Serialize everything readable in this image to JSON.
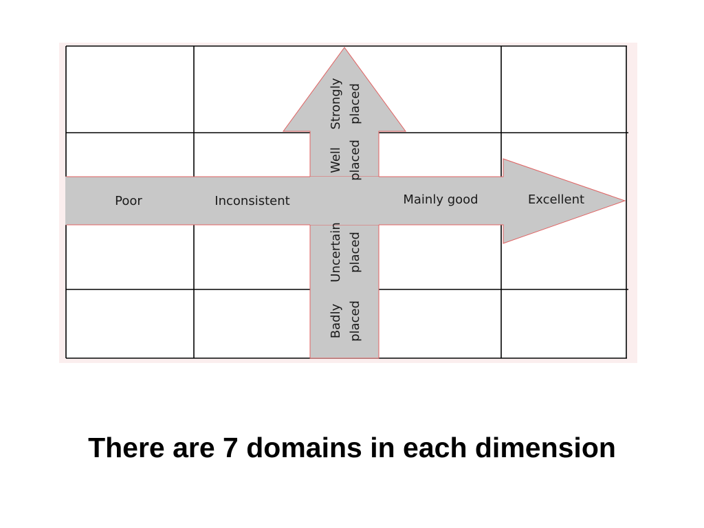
{
  "diagram": {
    "horizontal_axis": {
      "labels": [
        "Poor",
        "Inconsistent",
        "Mainly good",
        "Excellent"
      ]
    },
    "vertical_axis": {
      "labels_top_to_bottom": [
        {
          "line1": "Strongly",
          "line2": "placed"
        },
        {
          "line1": "Well",
          "line2": "placed"
        },
        {
          "line1": "Uncertain",
          "line2": "placed"
        },
        {
          "line1": "Badly",
          "line2": "placed"
        }
      ]
    },
    "colors": {
      "arrow_fill": "#c8c8c8",
      "arrow_outline": "#e06060",
      "frame_background": "#fbeeee",
      "grid_background": "#ffffff",
      "grid_line": "#000000"
    }
  },
  "caption": "There are 7 domains in each dimension"
}
